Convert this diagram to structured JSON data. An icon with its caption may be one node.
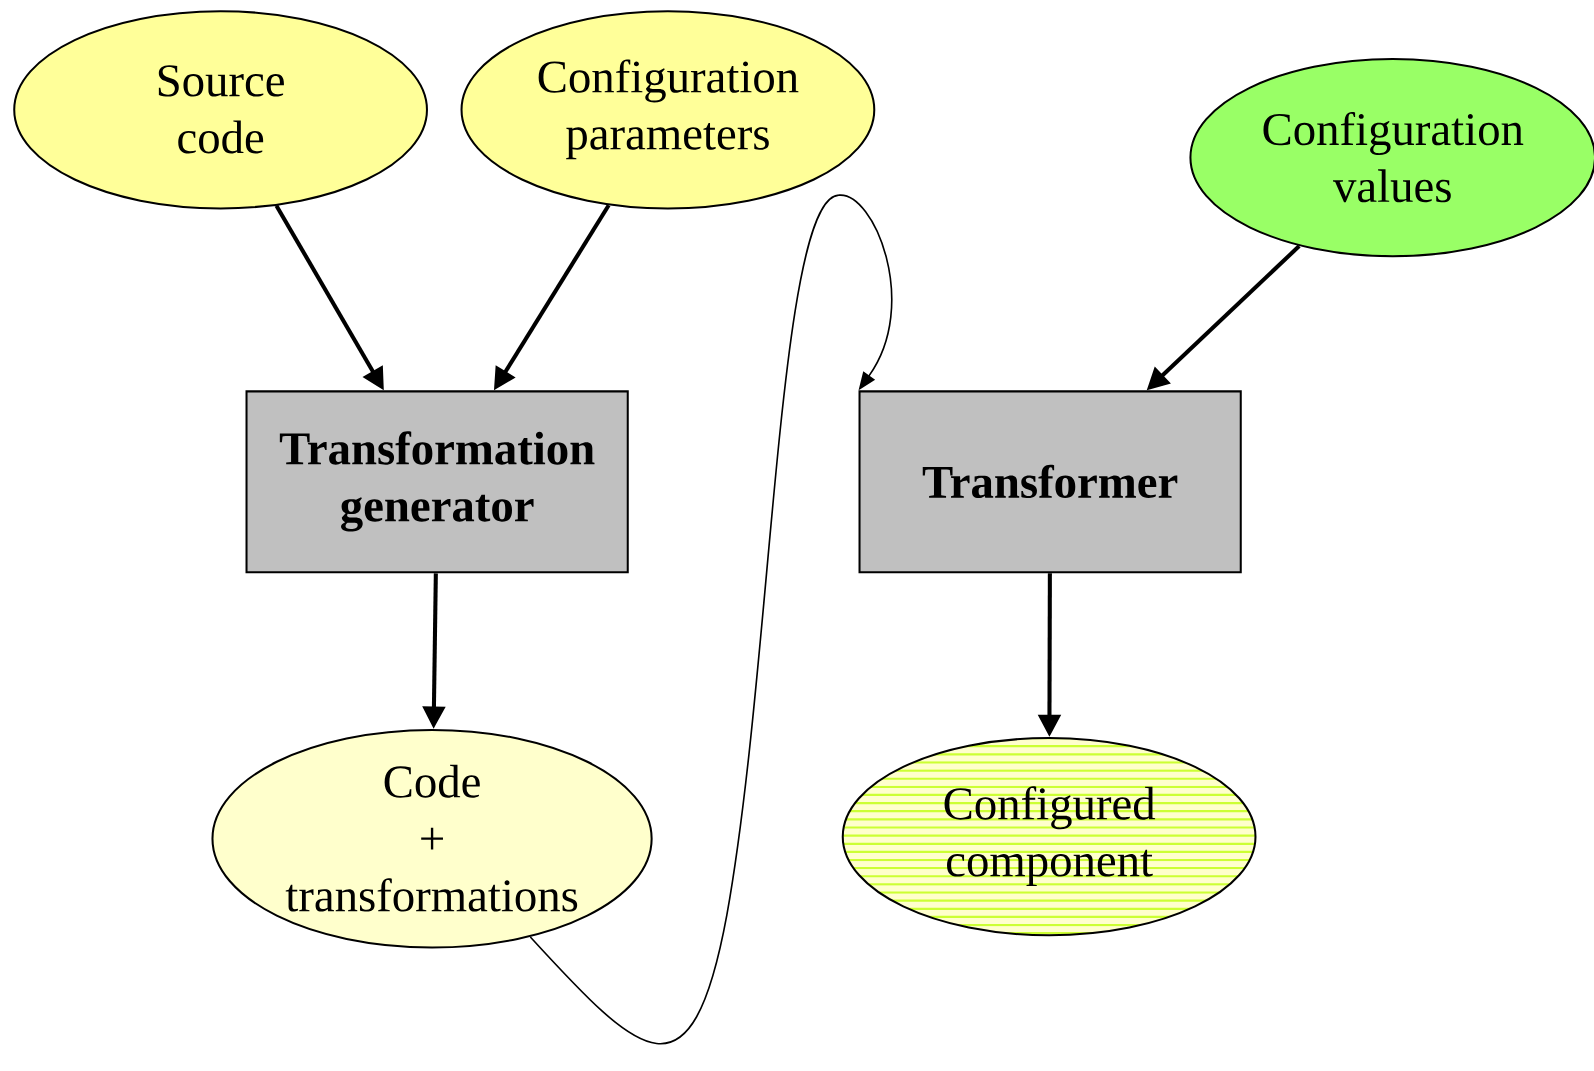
{
  "diagram": {
    "nodes": [
      {
        "text": [
          "Source code"
        ]
      },
      {
        "text": [
          "Configuration parameters"
        ]
      },
      {
        "text": [
          "Configuration values"
        ]
      },
      {
        "text": [
          "Transformation generator"
        ]
      },
      {
        "text": [
          "Transformer"
        ]
      },
      {
        "text": [
          "Code + transformations"
        ]
      },
      {
        "text": [
          "Configured component"
        ]
      }
    ],
    "edges": [
      {
        "from": 0,
        "to": 3,
        "arrow": "to"
      },
      {
        "from": 1,
        "to": 3,
        "arrow": "to"
      },
      {
        "from": 2,
        "to": 4,
        "arrow": "to"
      },
      {
        "from": 3,
        "to": 5,
        "arrow": "to"
      },
      {
        "from": 4,
        "to": 6,
        "arrow": "to"
      },
      {
        "from": 5,
        "to": 4,
        "arrow": "to"
      }
    ]
  }
}
